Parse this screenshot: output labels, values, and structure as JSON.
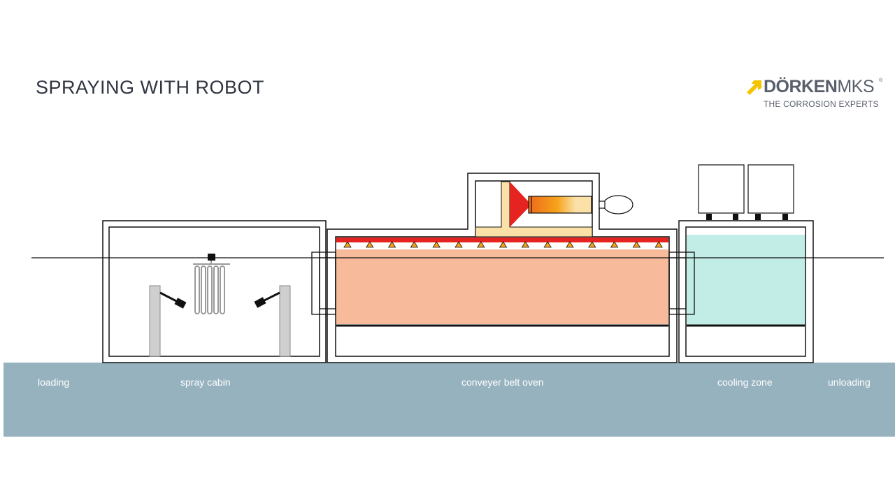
{
  "title": "SPRAYING WITH ROBOT",
  "logo": {
    "brand_bold": "DÖRKEN",
    "brand_light": "MKS",
    "registered": "®",
    "tagline": "THE CORROSION EXPERTS"
  },
  "zones": {
    "loading": "loading",
    "spray_cabin": "spray cabin",
    "oven": "conveyer belt oven",
    "cooling": "cooling zone",
    "unloading": "unloading"
  },
  "colors": {
    "floor": "#96b2bf",
    "oven_fill": "#f7bb9c",
    "cooling_fill": "#c2ede7",
    "burner_housing": "#fbe1a8",
    "flame_red": "#e52320",
    "nozzle_orange": "#f6a21a",
    "logo_arrow": "#f5c400"
  }
}
